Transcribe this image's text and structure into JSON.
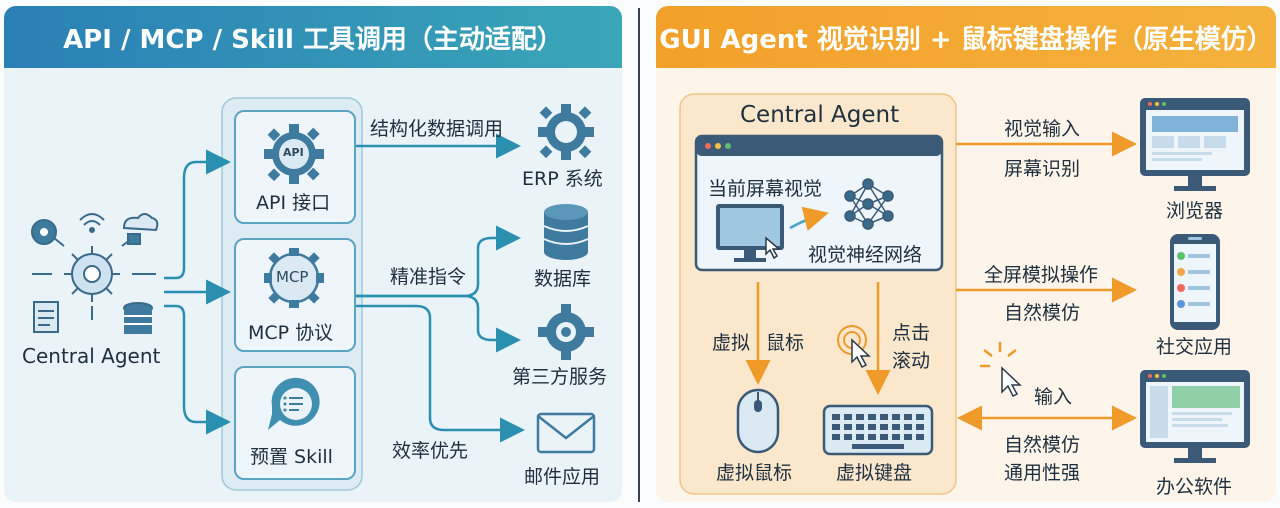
{
  "left": {
    "title": "API / MCP / Skill 工具调用（主动适配）",
    "central": "Central Agent",
    "api": "API 接口",
    "api_badge": "API",
    "mcp": "MCP 协议",
    "mcp_badge": "MCP",
    "skill": "预置 Skill",
    "edge1": "结构化数据调用",
    "edge2": "精准指令",
    "edge3": "效率优先",
    "erp": "ERP 系统",
    "db": "数据库",
    "third": "第三方服务",
    "mail": "邮件应用"
  },
  "right": {
    "title": "GUI Agent 视觉识别 + 鼠标键盘操作（原生模仿）",
    "central": "Central Agent",
    "screen_vision": "当前屏幕视觉",
    "neural": "视觉神经网络",
    "virtual": "虚拟",
    "mouse_word": "鼠标",
    "click": "点击",
    "scroll": "滚动",
    "vmouse": "虚拟鼠标",
    "vkeyboard": "虚拟键盘",
    "e1a": "视觉输入",
    "e1b": "屏幕识别",
    "e2a": "全屏模拟操作",
    "e2b": "自然模仿",
    "e3a": "输入",
    "e3b": "自然模仿",
    "e3c": "通用性强",
    "browser": "浏览器",
    "social": "社交应用",
    "office": "办公软件"
  }
}
